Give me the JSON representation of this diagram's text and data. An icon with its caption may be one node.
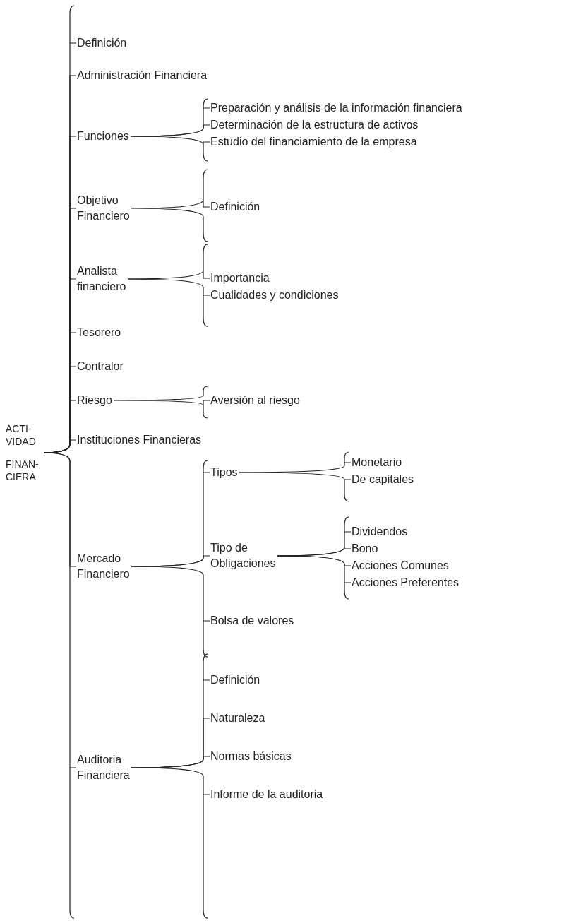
{
  "diagram": {
    "nodes": [
      {
        "text": [
          "ACTI- VIDAD",
          "FINAN- CIERA"
        ]
      },
      {
        "text": [
          "Definición"
        ]
      },
      {
        "text": [
          "Administración Financiera"
        ]
      },
      {
        "text": [
          "Funciones"
        ]
      },
      {
        "text": [
          "Preparación y análisis de la información financiera"
        ]
      },
      {
        "text": [
          "Determinación de la estructura de activos"
        ]
      },
      {
        "text": [
          "Estudio del financiamiento de la empresa"
        ]
      },
      {
        "text": [
          "Objetivo Financiero"
        ]
      },
      {
        "text": [
          "Definición"
        ]
      },
      {
        "text": [
          "Analista financiero"
        ]
      },
      {
        "text": [
          "Importancia"
        ]
      },
      {
        "text": [
          "Cualidades y condiciones"
        ]
      },
      {
        "text": [
          "Tesorero"
        ]
      },
      {
        "text": [
          "Contralor"
        ]
      },
      {
        "text": [
          "Riesgo"
        ]
      },
      {
        "text": [
          "Aversión al riesgo"
        ]
      },
      {
        "text": [
          "Instituciones Financieras"
        ]
      },
      {
        "text": [
          "Mercado Financiero"
        ]
      },
      {
        "text": [
          "Tipos"
        ]
      },
      {
        "text": [
          "Monetario"
        ]
      },
      {
        "text": [
          "De capitales"
        ]
      },
      {
        "text": [
          "Tipo de Obligaciones"
        ]
      },
      {
        "text": [
          "Dividendos"
        ]
      },
      {
        "text": [
          "Bono"
        ]
      },
      {
        "text": [
          "Acciones Comunes"
        ]
      },
      {
        "text": [
          "Acciones Preferentes"
        ]
      },
      {
        "text": [
          "Bolsa de valores"
        ]
      },
      {
        "text": [
          "Auditoria Financiera"
        ]
      },
      {
        "text": [
          "Definición"
        ]
      },
      {
        "text": [
          "Naturaleza"
        ]
      },
      {
        "text": [
          "Normas básicas"
        ]
      },
      {
        "text": [
          "Informe de la auditoria"
        ]
      }
    ],
    "edges": [
      {
        "from": 0,
        "to": 1,
        "arrow": "none"
      },
      {
        "from": 0,
        "to": 2,
        "arrow": "none"
      },
      {
        "from": 0,
        "to": 3,
        "arrow": "none"
      },
      {
        "from": 0,
        "to": 7,
        "arrow": "none"
      },
      {
        "from": 0,
        "to": 9,
        "arrow": "none"
      },
      {
        "from": 0,
        "to": 12,
        "arrow": "none"
      },
      {
        "from": 0,
        "to": 13,
        "arrow": "none"
      },
      {
        "from": 0,
        "to": 14,
        "arrow": "none"
      },
      {
        "from": 0,
        "to": 16,
        "arrow": "none"
      },
      {
        "from": 0,
        "to": 17,
        "arrow": "none"
      },
      {
        "from": 0,
        "to": 27,
        "arrow": "none"
      },
      {
        "from": 3,
        "to": 4,
        "arrow": "none"
      },
      {
        "from": 3,
        "to": 5,
        "arrow": "none"
      },
      {
        "from": 3,
        "to": 6,
        "arrow": "none"
      },
      {
        "from": 7,
        "to": 8,
        "arrow": "none"
      },
      {
        "from": 9,
        "to": 10,
        "arrow": "none"
      },
      {
        "from": 9,
        "to": 11,
        "arrow": "none"
      },
      {
        "from": 14,
        "to": 15,
        "arrow": "none"
      },
      {
        "from": 17,
        "to": 18,
        "arrow": "none"
      },
      {
        "from": 17,
        "to": 21,
        "arrow": "none"
      },
      {
        "from": 17,
        "to": 26,
        "arrow": "none"
      },
      {
        "from": 18,
        "to": 19,
        "arrow": "none"
      },
      {
        "from": 18,
        "to": 20,
        "arrow": "none"
      },
      {
        "from": 21,
        "to": 22,
        "arrow": "none"
      },
      {
        "from": 21,
        "to": 23,
        "arrow": "none"
      },
      {
        "from": 21,
        "to": 24,
        "arrow": "none"
      },
      {
        "from": 21,
        "to": 25,
        "arrow": "none"
      },
      {
        "from": 27,
        "to": 28,
        "arrow": "none"
      },
      {
        "from": 27,
        "to": 29,
        "arrow": "none"
      },
      {
        "from": 27,
        "to": 30,
        "arrow": "none"
      },
      {
        "from": 27,
        "to": 31,
        "arrow": "none"
      }
    ]
  }
}
